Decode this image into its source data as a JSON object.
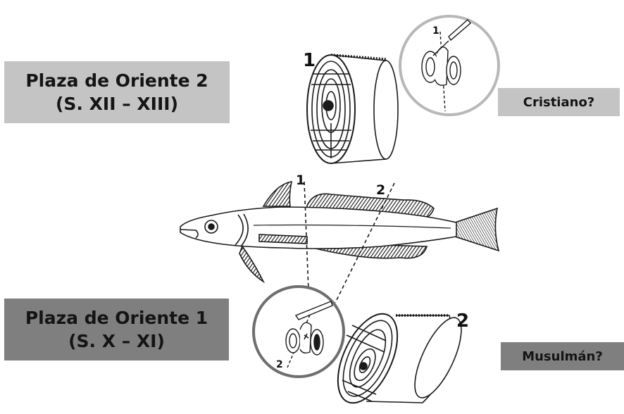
{
  "labels": {
    "top_period": {
      "line1": "Plaza de Oriente 2",
      "line2": "(S. XII – XIII)"
    },
    "bottom_period": {
      "line1": "Plaza de Oriente 1",
      "line2": "(S. X – XI)"
    },
    "top_guess": "Cristiano?",
    "bottom_guess": "Musulmán?"
  },
  "cut_numbers": {
    "steak_top": "1",
    "steak_bottom": "2",
    "cut_line_1": "1",
    "cut_line_2": "2",
    "inset_top": "1",
    "inset_bottom": "2"
  },
  "colors": {
    "top_box": "#c4c4c4",
    "bottom_box": "#7f7f7f",
    "top_circle": "#b8b8b8",
    "bottom_circle": "#6e6e6e",
    "line_art": "#1a1a1a"
  }
}
